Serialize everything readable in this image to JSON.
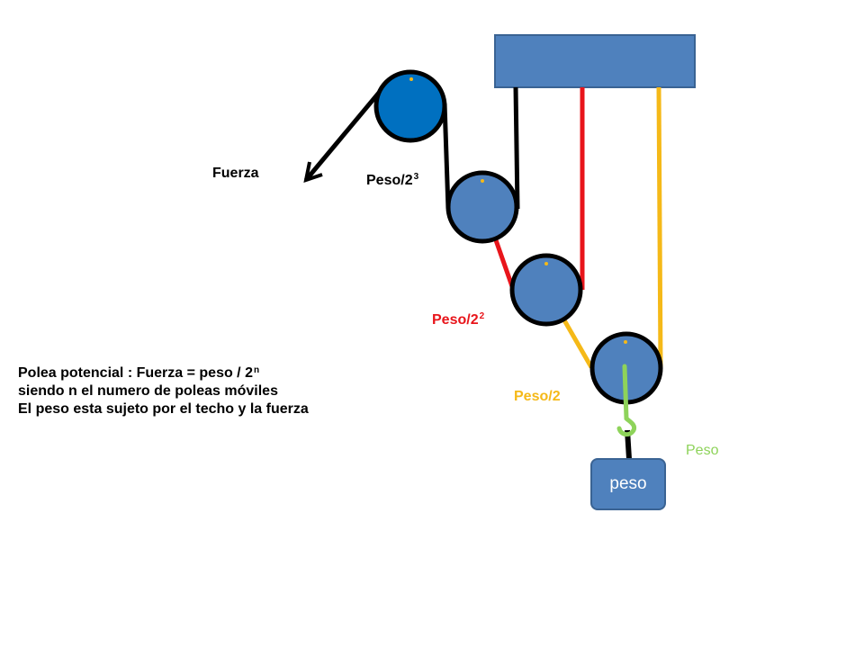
{
  "labels": {
    "fuerza": "Fuerza",
    "peso_base": "Peso/2",
    "exp_3": "3",
    "exp_2": "2",
    "peso_half": "Peso/2",
    "peso_green": "Peso",
    "weight_box": "peso"
  },
  "explanation": {
    "line1_text": "Polea potencial : Fuerza = peso / 2",
    "line1_exp": "n",
    "line2": "siendo n el numero de poleas móviles",
    "line3": "El peso esta sujeto por el techo y la fuerza"
  },
  "colors": {
    "ceiling": "#4f81bd",
    "fixed_pulley": "#0070c0",
    "movable_pulley": "#4f81bd",
    "rope_black": "#000000",
    "rope_red": "#e8151b",
    "rope_yellow": "#f5b918",
    "hook_green": "#8ed35a"
  }
}
